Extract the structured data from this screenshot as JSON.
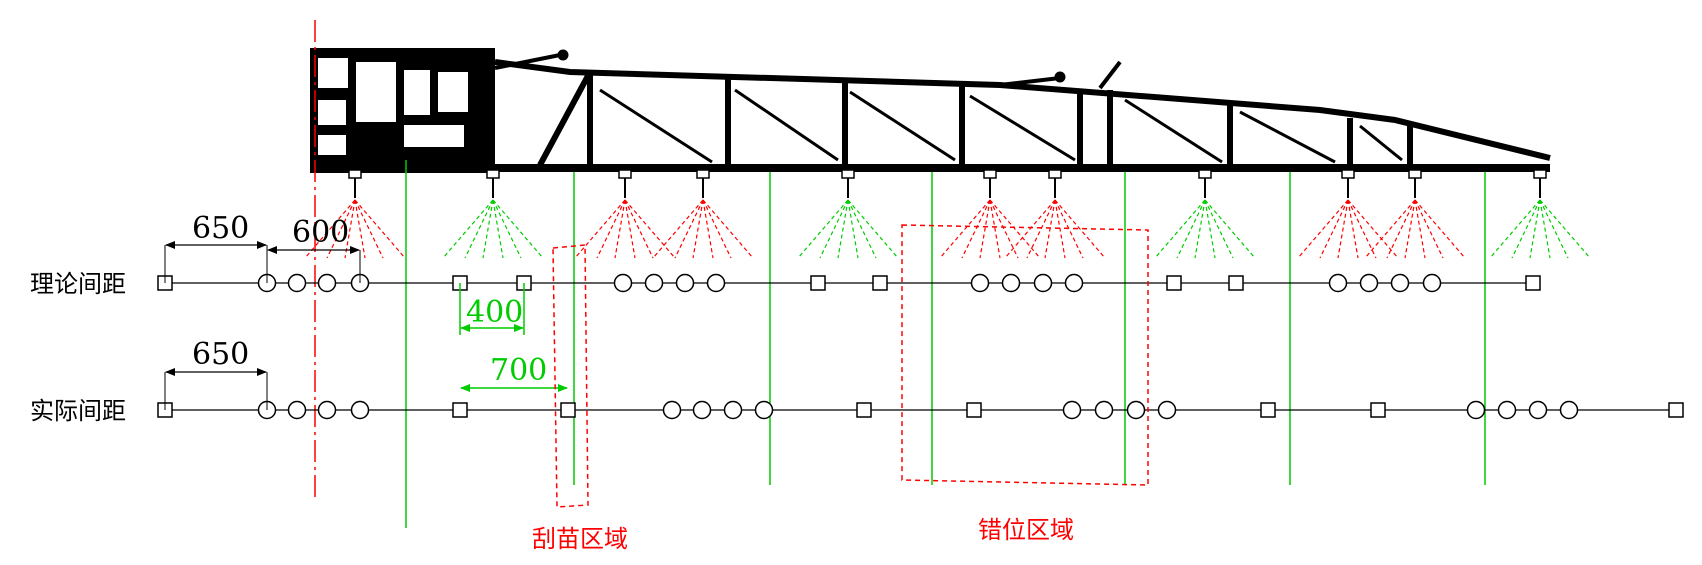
{
  "rows": {
    "theoretical_label": "理论间距",
    "actual_label": "实际间距"
  },
  "dimensions": {
    "theory_650": "650",
    "theory_600": "600",
    "gap_400": "400",
    "actual_650": "650",
    "gap_700": "700"
  },
  "zones": {
    "scraping_label": "刮苗区域",
    "misalignment_label": "错位区域"
  },
  "colors": {
    "boom": "#000000",
    "spray_a": "#ff0000",
    "spray_b": "#00cc00",
    "guide": "#00cc00",
    "zone": "#ff0000",
    "centerline": "#ff0000"
  }
}
